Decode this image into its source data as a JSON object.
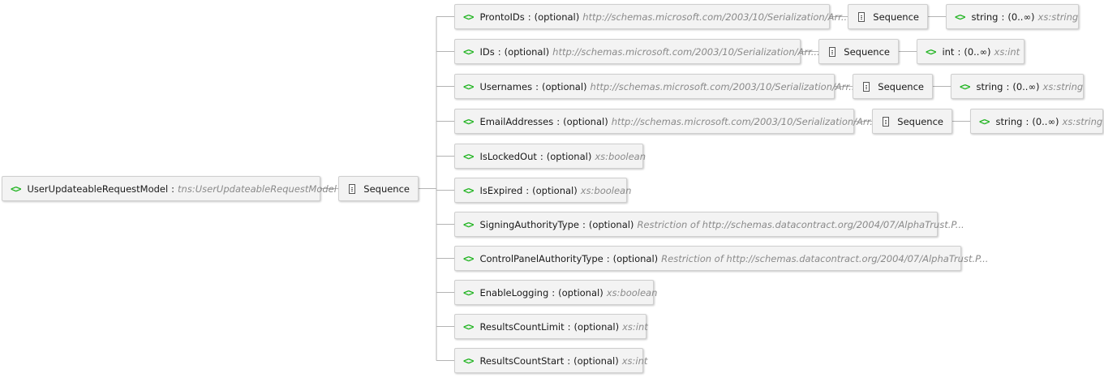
{
  "root": {
    "name": "UserUpdateableRequestModel",
    "separator": ":",
    "type": "tns:UserUpdateableRequestModel"
  },
  "root_sequence": {
    "label": "Sequence"
  },
  "children": [
    {
      "name": "ProntoIDs",
      "separator": ":",
      "cardinality": "(optional)",
      "type": "http://schemas.microsoft.com/2003/10/Serialization/Arr...",
      "sequence": "Sequence",
      "item": {
        "name": "string",
        "separator": ":",
        "cardinality": "(0..∞)",
        "type": "xs:string"
      }
    },
    {
      "name": "IDs",
      "separator": ":",
      "cardinality": "(optional)",
      "type": "http://schemas.microsoft.com/2003/10/Serialization/Arr...",
      "sequence": "Sequence",
      "item": {
        "name": "int",
        "separator": ":",
        "cardinality": "(0..∞)",
        "type": "xs:int"
      }
    },
    {
      "name": "Usernames",
      "separator": ":",
      "cardinality": "(optional)",
      "type": "http://schemas.microsoft.com/2003/10/Serialization/Arr...",
      "sequence": "Sequence",
      "item": {
        "name": "string",
        "separator": ":",
        "cardinality": "(0..∞)",
        "type": "xs:string"
      }
    },
    {
      "name": "EmailAddresses",
      "separator": ":",
      "cardinality": "(optional)",
      "type": "http://schemas.microsoft.com/2003/10/Serialization/Arr...",
      "sequence": "Sequence",
      "item": {
        "name": "string",
        "separator": ":",
        "cardinality": "(0..∞)",
        "type": "xs:string"
      }
    },
    {
      "name": "IsLockedOut",
      "separator": ":",
      "cardinality": "(optional)",
      "type": "xs:boolean"
    },
    {
      "name": "IsExpired",
      "separator": ":",
      "cardinality": "(optional)",
      "type": "xs:boolean"
    },
    {
      "name": "SigningAuthorityType",
      "separator": ":",
      "cardinality": "(optional)",
      "type": "Restriction of http://schemas.datacontract.org/2004/07/AlphaTrust.P..."
    },
    {
      "name": "ControlPanelAuthorityType",
      "separator": ":",
      "cardinality": "(optional)",
      "type": "Restriction of http://schemas.datacontract.org/2004/07/AlphaTrust.P..."
    },
    {
      "name": "EnableLogging",
      "separator": ":",
      "cardinality": "(optional)",
      "type": "xs:boolean"
    },
    {
      "name": "ResultsCountLimit",
      "separator": ":",
      "cardinality": "(optional)",
      "type": "xs:int"
    },
    {
      "name": "ResultsCountStart",
      "separator": ":",
      "cardinality": "(optional)",
      "type": "xs:int"
    }
  ],
  "icons": {
    "element": "element-brackets-icon",
    "sequence": "sequence-list-icon",
    "element_glyph": "<>"
  },
  "colors": {
    "element_icon": "#22b422",
    "type_text": "#8a8a8a",
    "connector": "#b4b4b4",
    "node_fill": "#f3f3f3",
    "node_border": "#cfcfcf"
  }
}
